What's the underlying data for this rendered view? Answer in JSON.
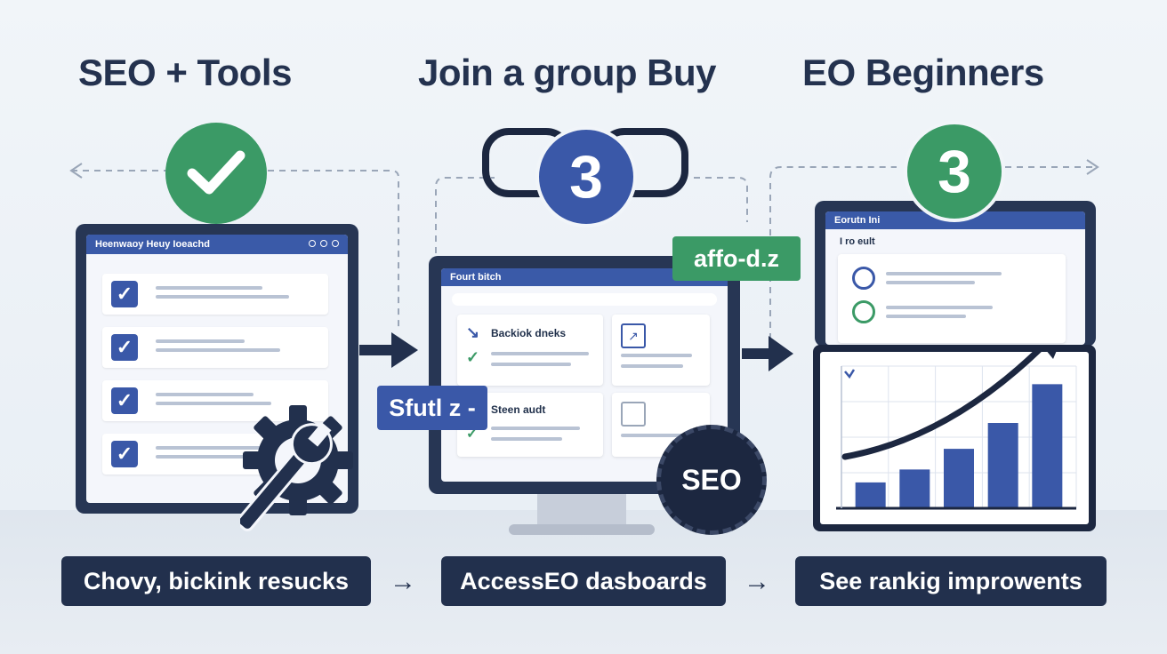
{
  "titles": {
    "left": "SEO + Tools",
    "middle": "Join a group Buy",
    "right": "EO Beginners"
  },
  "badges": {
    "middle_number": "3",
    "right_number": "3",
    "seo_seal": "SEO"
  },
  "left_panel": {
    "header": "Heenwaoy Heuy Ioeachd",
    "items": [
      {
        "checked": true
      },
      {
        "checked": true
      },
      {
        "checked": true
      },
      {
        "checked": true
      }
    ]
  },
  "middle_panel": {
    "header": "Fourt bitch",
    "card1_label": "Backiok dneks",
    "card2_label": "Steen audt"
  },
  "right_panel": {
    "header": "Eorutn Ini",
    "subheader": "I ro eult"
  },
  "floating_tags": {
    "green_tag": "affo-d.z",
    "blue_tag": "Sfutl z -"
  },
  "chart_data": {
    "type": "bar",
    "values": [
      1,
      1.5,
      2.3,
      3.3,
      4.8
    ],
    "title": "",
    "xlabel": "",
    "ylabel": "",
    "trend_arrow": "up"
  },
  "steps": {
    "step1": "Chovy, bickink resucks",
    "step2": "AccessEO dasboards",
    "step3": "See rankig improwents",
    "arrow": "→"
  },
  "colors": {
    "navy": "#22304d",
    "blue": "#3a58a8",
    "green": "#3b9a66"
  }
}
